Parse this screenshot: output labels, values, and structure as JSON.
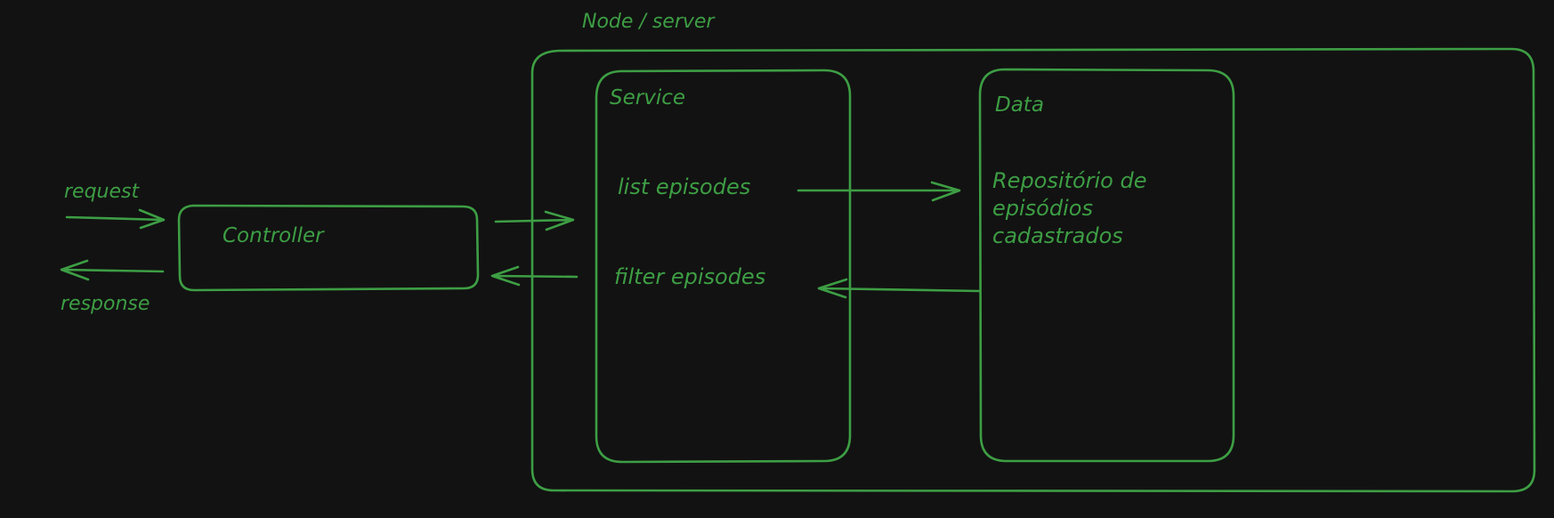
{
  "colors": {
    "background": "#121212",
    "stroke": "#3d9e44"
  },
  "diagram": {
    "server_label": "Node / server",
    "request_label": "request",
    "response_label": "response",
    "controller_label": "Controller",
    "service_label": "Service",
    "service_items": [
      "list episodes",
      "filter episodes"
    ],
    "data_label": "Data",
    "data_description_lines": [
      "Repositório de",
      "episódios",
      "cadastrados"
    ]
  }
}
